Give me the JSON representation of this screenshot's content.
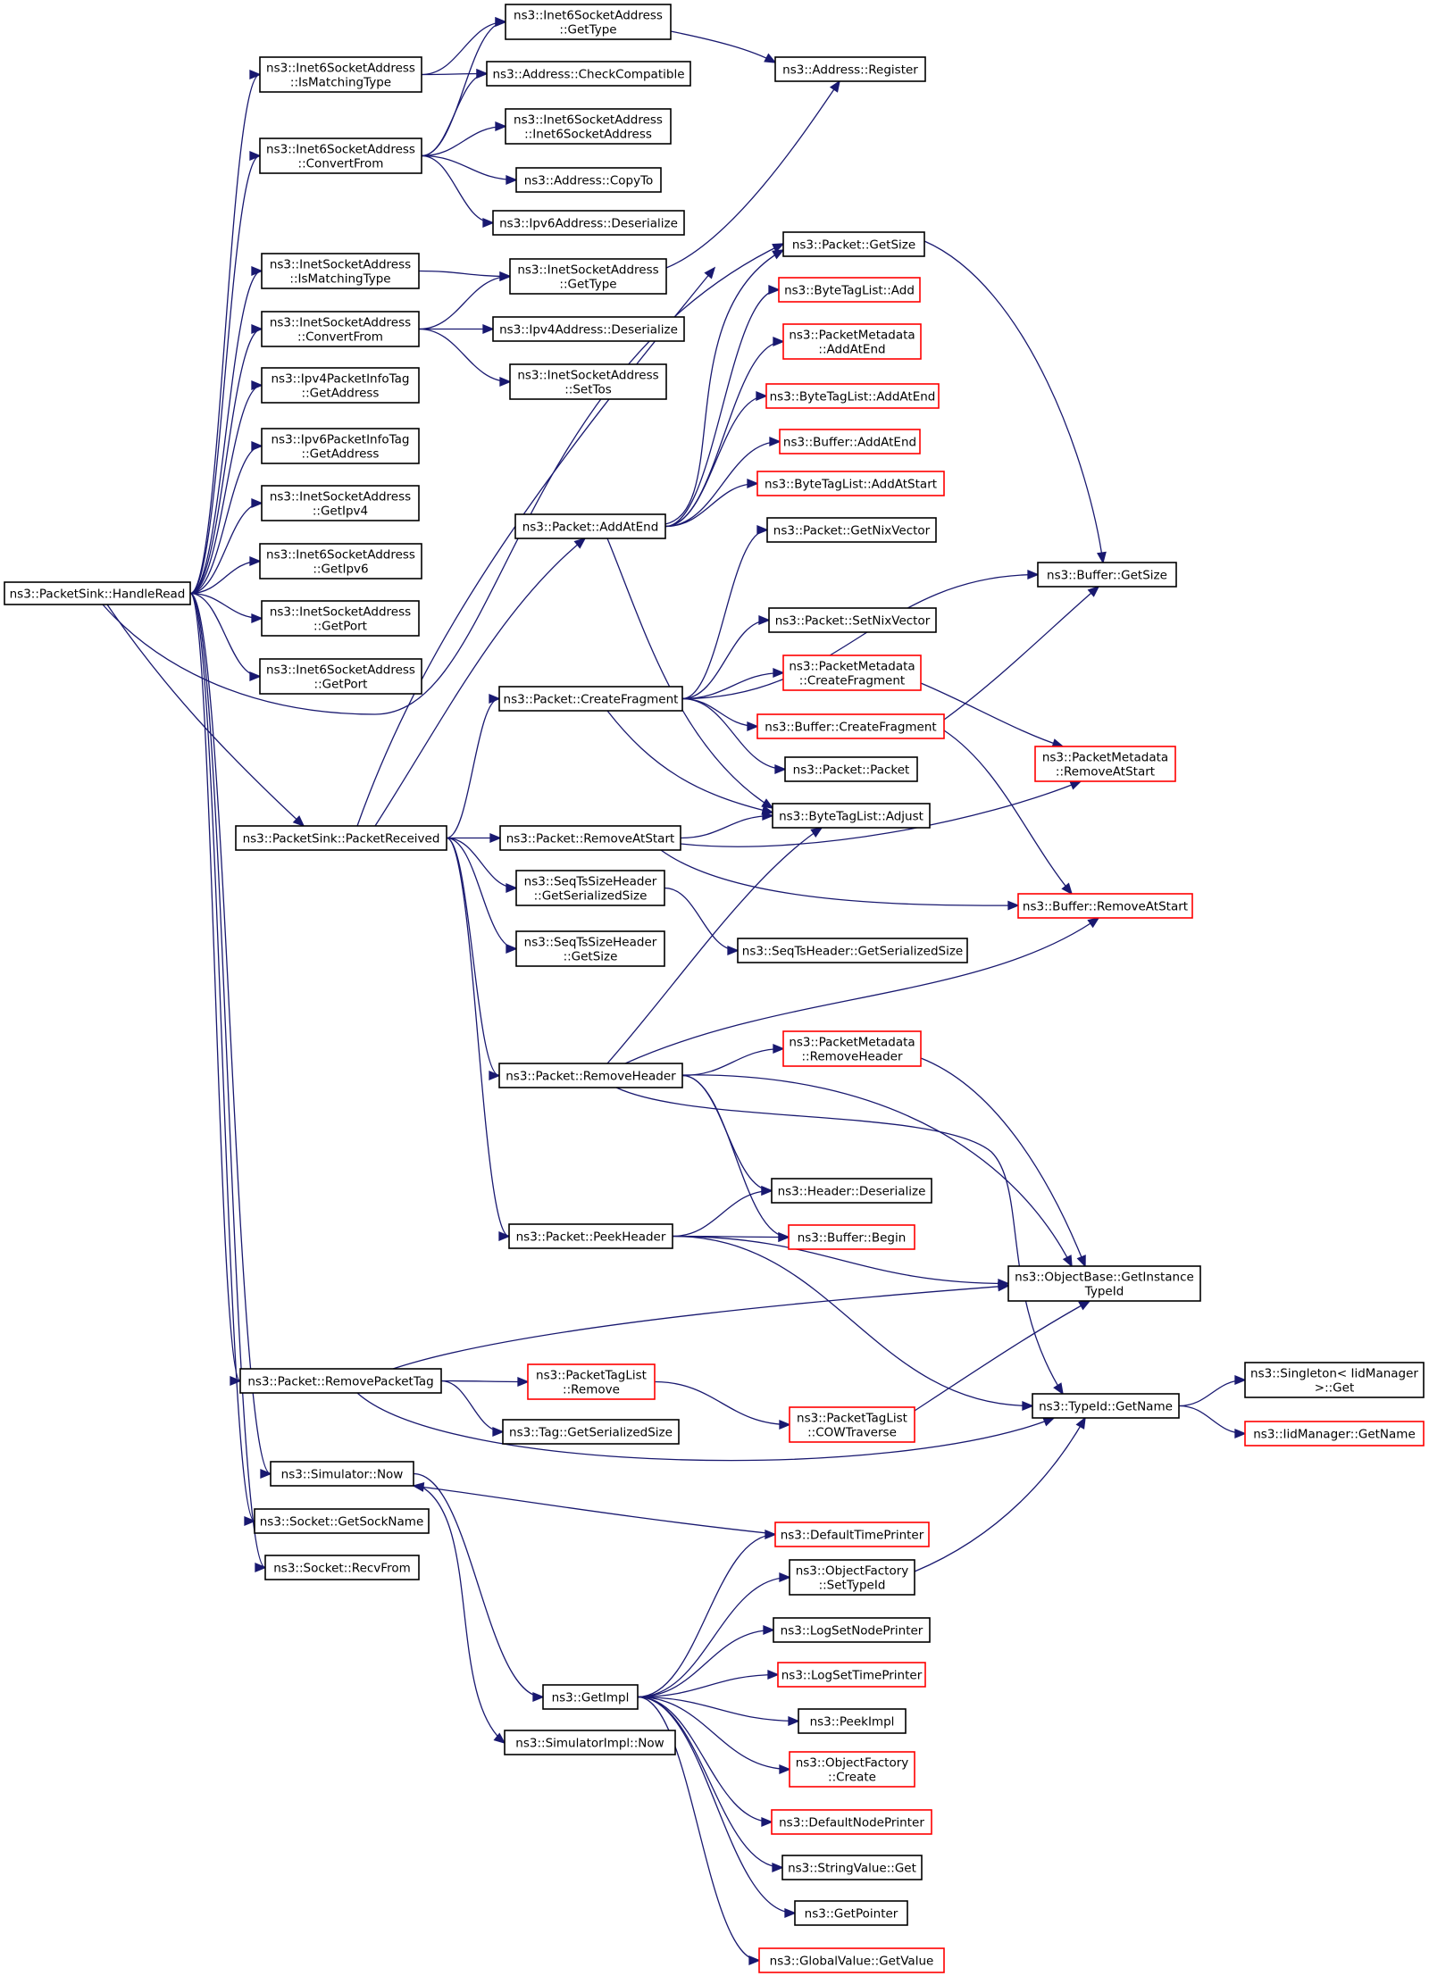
{
  "colors": {
    "edge": "#191970",
    "border_normal": "#000000",
    "border_incomplete": "#ff0000",
    "root_fill": "#bfbfbf"
  },
  "nodes": [
    {
      "id": "root",
      "lines": [
        "ns3::PacketSink::HandleRead"
      ],
      "kind": "root"
    },
    {
      "id": "i6IsMatch",
      "lines": [
        "ns3::Inet6SocketAddress",
        "::IsMatchingType"
      ],
      "kind": "normal"
    },
    {
      "id": "i6Conv",
      "lines": [
        "ns3::Inet6SocketAddress",
        "::ConvertFrom"
      ],
      "kind": "normal"
    },
    {
      "id": "i6GetType",
      "lines": [
        "ns3::Inet6SocketAddress",
        "::GetType"
      ],
      "kind": "normal"
    },
    {
      "id": "addrCheck",
      "lines": [
        "ns3::Address::CheckCompatible"
      ],
      "kind": "normal"
    },
    {
      "id": "i6Ctor",
      "lines": [
        "ns3::Inet6SocketAddress",
        "::Inet6SocketAddress"
      ],
      "kind": "normal"
    },
    {
      "id": "addrCopyTo",
      "lines": [
        "ns3::Address::CopyTo"
      ],
      "kind": "normal"
    },
    {
      "id": "ip6Deser",
      "lines": [
        "ns3::Ipv6Address::Deserialize"
      ],
      "kind": "normal"
    },
    {
      "id": "addrReg",
      "lines": [
        "ns3::Address::Register"
      ],
      "kind": "normal"
    },
    {
      "id": "i4IsMatch",
      "lines": [
        "ns3::InetSocketAddress",
        "::IsMatchingType"
      ],
      "kind": "normal"
    },
    {
      "id": "i4Conv",
      "lines": [
        "ns3::InetSocketAddress",
        "::ConvertFrom"
      ],
      "kind": "normal"
    },
    {
      "id": "i4GetType",
      "lines": [
        "ns3::InetSocketAddress",
        "::GetType"
      ],
      "kind": "normal"
    },
    {
      "id": "ip4Deser",
      "lines": [
        "ns3::Ipv4Address::Deserialize"
      ],
      "kind": "normal"
    },
    {
      "id": "i4SetTos",
      "lines": [
        "ns3::InetSocketAddress",
        "::SetTos"
      ],
      "kind": "normal"
    },
    {
      "id": "ip4PktInfo",
      "lines": [
        "ns3::Ipv4PacketInfoTag",
        "::GetAddress"
      ],
      "kind": "normal"
    },
    {
      "id": "ip6PktInfo",
      "lines": [
        "ns3::Ipv6PacketInfoTag",
        "::GetAddress"
      ],
      "kind": "normal"
    },
    {
      "id": "i4GetIpv4",
      "lines": [
        "ns3::InetSocketAddress",
        "::GetIpv4"
      ],
      "kind": "normal"
    },
    {
      "id": "i6GetIpv6",
      "lines": [
        "ns3::Inet6SocketAddress",
        "::GetIpv6"
      ],
      "kind": "normal"
    },
    {
      "id": "i4GetPort",
      "lines": [
        "ns3::InetSocketAddress",
        "::GetPort"
      ],
      "kind": "normal"
    },
    {
      "id": "i6GetPort",
      "lines": [
        "ns3::Inet6SocketAddress",
        "::GetPort"
      ],
      "kind": "normal"
    },
    {
      "id": "pktGetSize",
      "lines": [
        "ns3::Packet::GetSize"
      ],
      "kind": "normal"
    },
    {
      "id": "btlAdd",
      "lines": [
        "ns3::ByteTagList::Add"
      ],
      "kind": "incomplete"
    },
    {
      "id": "pmAddAtEnd",
      "lines": [
        "ns3::PacketMetadata",
        "::AddAtEnd"
      ],
      "kind": "incomplete"
    },
    {
      "id": "btlAddAtEnd",
      "lines": [
        "ns3::ByteTagList::AddAtEnd"
      ],
      "kind": "incomplete"
    },
    {
      "id": "bufAddAtEnd",
      "lines": [
        "ns3::Buffer::AddAtEnd"
      ],
      "kind": "incomplete"
    },
    {
      "id": "btlAddAtStart",
      "lines": [
        "ns3::ByteTagList::AddAtStart"
      ],
      "kind": "incomplete"
    },
    {
      "id": "pktAddAtEnd",
      "lines": [
        "ns3::Packet::AddAtEnd"
      ],
      "kind": "normal"
    },
    {
      "id": "pktGetNix",
      "lines": [
        "ns3::Packet::GetNixVector"
      ],
      "kind": "normal"
    },
    {
      "id": "bufGetSize",
      "lines": [
        "ns3::Buffer::GetSize"
      ],
      "kind": "normal"
    },
    {
      "id": "pktSetNix",
      "lines": [
        "ns3::Packet::SetNixVector"
      ],
      "kind": "normal"
    },
    {
      "id": "pmCreateFrag",
      "lines": [
        "ns3::PacketMetadata",
        "::CreateFragment"
      ],
      "kind": "incomplete"
    },
    {
      "id": "pktCreateFrag",
      "lines": [
        "ns3::Packet::CreateFragment"
      ],
      "kind": "normal"
    },
    {
      "id": "bufCreateFrag",
      "lines": [
        "ns3::Buffer::CreateFragment"
      ],
      "kind": "incomplete"
    },
    {
      "id": "pmRemoveAtStart",
      "lines": [
        "ns3::PacketMetadata",
        "::RemoveAtStart"
      ],
      "kind": "incomplete"
    },
    {
      "id": "pktPacket",
      "lines": [
        "ns3::Packet::Packet"
      ],
      "kind": "normal"
    },
    {
      "id": "btlAdjust",
      "lines": [
        "ns3::ByteTagList::Adjust"
      ],
      "kind": "normal"
    },
    {
      "id": "psPktRecv",
      "lines": [
        "ns3::PacketSink::PacketReceived"
      ],
      "kind": "normal"
    },
    {
      "id": "pktRemoveAtStart",
      "lines": [
        "ns3::Packet::RemoveAtStart"
      ],
      "kind": "normal"
    },
    {
      "id": "bufRemoveAtStart",
      "lines": [
        "ns3::Buffer::RemoveAtStart"
      ],
      "kind": "incomplete"
    },
    {
      "id": "seqGetSer",
      "lines": [
        "ns3::SeqTsSizeHeader",
        "::GetSerializedSize"
      ],
      "kind": "normal"
    },
    {
      "id": "seqTsGetSer",
      "lines": [
        "ns3::SeqTsHeader::GetSerializedSize"
      ],
      "kind": "normal"
    },
    {
      "id": "seqGetSize",
      "lines": [
        "ns3::SeqTsSizeHeader",
        "::GetSize"
      ],
      "kind": "normal"
    },
    {
      "id": "pmRemoveHeader",
      "lines": [
        "ns3::PacketMetadata",
        "::RemoveHeader"
      ],
      "kind": "incomplete"
    },
    {
      "id": "pktRemoveHeader",
      "lines": [
        "ns3::Packet::RemoveHeader"
      ],
      "kind": "normal"
    },
    {
      "id": "hdrDeser",
      "lines": [
        "ns3::Header::Deserialize"
      ],
      "kind": "normal"
    },
    {
      "id": "pktPeekHeader",
      "lines": [
        "ns3::Packet::PeekHeader"
      ],
      "kind": "normal"
    },
    {
      "id": "bufBegin",
      "lines": [
        "ns3::Buffer::Begin"
      ],
      "kind": "incomplete"
    },
    {
      "id": "obGetInst",
      "lines": [
        "ns3::ObjectBase::GetInstance",
        "TypeId"
      ],
      "kind": "normal"
    },
    {
      "id": "pktRemoveTag",
      "lines": [
        "ns3::Packet::RemovePacketTag"
      ],
      "kind": "normal"
    },
    {
      "id": "ptlRemove",
      "lines": [
        "ns3::PacketTagList",
        "::Remove"
      ],
      "kind": "incomplete"
    },
    {
      "id": "tagGetSer",
      "lines": [
        "ns3::Tag::GetSerializedSize"
      ],
      "kind": "normal"
    },
    {
      "id": "ptlCOW",
      "lines": [
        "ns3::PacketTagList",
        "::COWTraverse"
      ],
      "kind": "incomplete"
    },
    {
      "id": "tidGetName",
      "lines": [
        "ns3::TypeId::GetName"
      ],
      "kind": "normal"
    },
    {
      "id": "singletonGet",
      "lines": [
        "ns3::Singleton< IidManager",
        ">::Get"
      ],
      "kind": "normal"
    },
    {
      "id": "iidGetName",
      "lines": [
        "ns3::IidManager::GetName"
      ],
      "kind": "incomplete"
    },
    {
      "id": "simNow",
      "lines": [
        "ns3::Simulator::Now"
      ],
      "kind": "normal"
    },
    {
      "id": "sockGetSockName",
      "lines": [
        "ns3::Socket::GetSockName"
      ],
      "kind": "normal"
    },
    {
      "id": "sockRecvFrom",
      "lines": [
        "ns3::Socket::RecvFrom"
      ],
      "kind": "normal"
    },
    {
      "id": "defTimePrinter",
      "lines": [
        "ns3::DefaultTimePrinter"
      ],
      "kind": "incomplete"
    },
    {
      "id": "ofSetTypeId",
      "lines": [
        "ns3::ObjectFactory",
        "::SetTypeId"
      ],
      "kind": "normal"
    },
    {
      "id": "logSetNode",
      "lines": [
        "ns3::LogSetNodePrinter"
      ],
      "kind": "normal"
    },
    {
      "id": "logSetTime",
      "lines": [
        "ns3::LogSetTimePrinter"
      ],
      "kind": "incomplete"
    },
    {
      "id": "getImpl",
      "lines": [
        "ns3::GetImpl"
      ],
      "kind": "normal"
    },
    {
      "id": "peekImpl",
      "lines": [
        "ns3::PeekImpl"
      ],
      "kind": "normal"
    },
    {
      "id": "simImplNow",
      "lines": [
        "ns3::SimulatorImpl::Now"
      ],
      "kind": "normal"
    },
    {
      "id": "ofCreate",
      "lines": [
        "ns3::ObjectFactory",
        "::Create"
      ],
      "kind": "incomplete"
    },
    {
      "id": "defNodePrinter",
      "lines": [
        "ns3::DefaultNodePrinter"
      ],
      "kind": "incomplete"
    },
    {
      "id": "strValGet",
      "lines": [
        "ns3::StringValue::Get"
      ],
      "kind": "normal"
    },
    {
      "id": "getPointer",
      "lines": [
        "ns3::GetPointer"
      ],
      "kind": "normal"
    },
    {
      "id": "gvGetValue",
      "lines": [
        "ns3::GlobalValue::GetValue"
      ],
      "kind": "incomplete"
    }
  ],
  "edges": [
    [
      "root",
      "i6IsMatch"
    ],
    [
      "root",
      "i6Conv"
    ],
    [
      "root",
      "i4IsMatch"
    ],
    [
      "root",
      "i4Conv"
    ],
    [
      "root",
      "ip4PktInfo"
    ],
    [
      "root",
      "ip6PktInfo"
    ],
    [
      "root",
      "i4GetIpv4"
    ],
    [
      "root",
      "i6GetIpv6"
    ],
    [
      "root",
      "i4GetPort"
    ],
    [
      "root",
      "i6GetPort"
    ],
    [
      "root",
      "pktGetSize"
    ],
    [
      "root",
      "psPktRecv"
    ],
    [
      "root",
      "pktRemoveTag"
    ],
    [
      "root",
      "simNow"
    ],
    [
      "root",
      "sockGetSockName"
    ],
    [
      "root",
      "sockRecvFrom"
    ],
    [
      "i6IsMatch",
      "i6GetType"
    ],
    [
      "i6IsMatch",
      "addrCheck"
    ],
    [
      "i6Conv",
      "i6GetType"
    ],
    [
      "i6Conv",
      "addrCheck"
    ],
    [
      "i6Conv",
      "i6Ctor"
    ],
    [
      "i6Conv",
      "addrCopyTo"
    ],
    [
      "i6Conv",
      "ip6Deser"
    ],
    [
      "i6GetType",
      "addrReg"
    ],
    [
      "i4IsMatch",
      "i4GetType"
    ],
    [
      "i4Conv",
      "i4GetType"
    ],
    [
      "i4Conv",
      "ip4Deser"
    ],
    [
      "i4Conv",
      "i4SetTos"
    ],
    [
      "i4GetType",
      "addrReg"
    ],
    [
      "pktGetSize",
      "bufGetSize"
    ],
    [
      "pktAddAtEnd",
      "pktGetSize"
    ],
    [
      "pktAddAtEnd",
      "btlAdd"
    ],
    [
      "pktAddAtEnd",
      "pmAddAtEnd"
    ],
    [
      "pktAddAtEnd",
      "btlAddAtEnd"
    ],
    [
      "pktAddAtEnd",
      "bufAddAtEnd"
    ],
    [
      "pktAddAtEnd",
      "btlAddAtStart"
    ],
    [
      "pktAddAtEnd",
      "btlAdjust"
    ],
    [
      "pktCreateFrag",
      "pktGetNix"
    ],
    [
      "pktCreateFrag",
      "bufGetSize"
    ],
    [
      "pktCreateFrag",
      "pktSetNix"
    ],
    [
      "pktCreateFrag",
      "pmCreateFrag"
    ],
    [
      "pktCreateFrag",
      "bufCreateFrag"
    ],
    [
      "pktCreateFrag",
      "pktPacket"
    ],
    [
      "pktCreateFrag",
      "btlAdjust"
    ],
    [
      "bufCreateFrag",
      "bufGetSize"
    ],
    [
      "bufCreateFrag",
      "bufRemoveAtStart"
    ],
    [
      "pmCreateFrag",
      "pmRemoveAtStart"
    ],
    [
      "psPktRecv",
      "pktGetSize"
    ],
    [
      "psPktRecv",
      "pktAddAtEnd"
    ],
    [
      "psPktRecv",
      "pktCreateFrag"
    ],
    [
      "psPktRecv",
      "pktRemoveAtStart"
    ],
    [
      "psPktRecv",
      "seqGetSer"
    ],
    [
      "psPktRecv",
      "seqGetSize"
    ],
    [
      "psPktRecv",
      "pktRemoveHeader"
    ],
    [
      "psPktRecv",
      "pktPeekHeader"
    ],
    [
      "pktRemoveAtStart",
      "btlAdjust"
    ],
    [
      "pktRemoveAtStart",
      "pmRemoveAtStart"
    ],
    [
      "pktRemoveAtStart",
      "bufRemoveAtStart"
    ],
    [
      "seqGetSer",
      "seqTsGetSer"
    ],
    [
      "pktRemoveHeader",
      "btlAdjust"
    ],
    [
      "pktRemoveHeader",
      "bufRemoveAtStart"
    ],
    [
      "pktRemoveHeader",
      "pmRemoveHeader"
    ],
    [
      "pktRemoveHeader",
      "hdrDeser"
    ],
    [
      "pktRemoveHeader",
      "bufBegin"
    ],
    [
      "pktRemoveHeader",
      "obGetInst"
    ],
    [
      "pktRemoveHeader",
      "tidGetName"
    ],
    [
      "pmRemoveHeader",
      "obGetInst"
    ],
    [
      "pktPeekHeader",
      "hdrDeser"
    ],
    [
      "pktPeekHeader",
      "bufBegin"
    ],
    [
      "pktPeekHeader",
      "obGetInst"
    ],
    [
      "pktPeekHeader",
      "tidGetName"
    ],
    [
      "pktRemoveTag",
      "obGetInst"
    ],
    [
      "pktRemoveTag",
      "ptlRemove"
    ],
    [
      "pktRemoveTag",
      "tagGetSer"
    ],
    [
      "pktRemoveTag",
      "tidGetName"
    ],
    [
      "ptlRemove",
      "ptlCOW"
    ],
    [
      "ptlCOW",
      "obGetInst"
    ],
    [
      "tidGetName",
      "singletonGet"
    ],
    [
      "tidGetName",
      "iidGetName"
    ],
    [
      "simNow",
      "getImpl"
    ],
    [
      "simNow",
      "simImplNow"
    ],
    [
      "defTimePrinter",
      "simNow"
    ],
    [
      "ofSetTypeId",
      "tidGetName"
    ],
    [
      "getImpl",
      "defTimePrinter"
    ],
    [
      "getImpl",
      "ofSetTypeId"
    ],
    [
      "getImpl",
      "logSetNode"
    ],
    [
      "getImpl",
      "logSetTime"
    ],
    [
      "getImpl",
      "peekImpl"
    ],
    [
      "getImpl",
      "ofCreate"
    ],
    [
      "getImpl",
      "defNodePrinter"
    ],
    [
      "getImpl",
      "strValGet"
    ],
    [
      "getImpl",
      "getPointer"
    ],
    [
      "getImpl",
      "gvGetValue"
    ]
  ]
}
